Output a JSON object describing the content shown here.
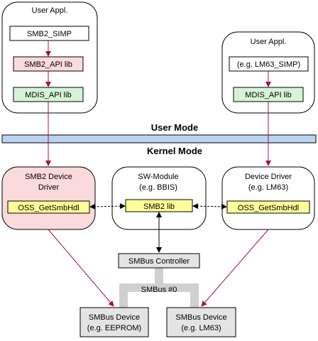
{
  "user_area": {
    "left_box": {
      "title": "User Appl.",
      "item1": "SMB2_SIMP",
      "item2": "SMB2_API lib",
      "item3": "MDIS_API lib"
    },
    "right_box": {
      "title": "User Appl.",
      "item1": "(e.g. LM63_SIMP)",
      "item2": "MDIS_API lib"
    }
  },
  "mode_bar": {
    "user_mode": "User Mode",
    "kernel_mode": "Kernel Mode"
  },
  "kernel_area": {
    "left_driver": {
      "title_line1": "SMB2 Device",
      "title_line2": "Driver",
      "func": "OSS_GetSmbHdl"
    },
    "middle_module": {
      "title_line1": "SW-Module",
      "title_line2": "(e.g. BBIS)",
      "lib": "SMB2 lib"
    },
    "right_driver": {
      "title_line1": "Device Driver",
      "title_line2": "(e.g. LM63)",
      "func": "OSS_GetSmbHdl"
    }
  },
  "bus": {
    "controller": "SMBus Controller",
    "bus_label": "SMBus #0",
    "device_left_line1": "SMBus Device",
    "device_left_line2": "(e.g. EEPROM)",
    "device_right_line1": "SMBus Device",
    "device_right_line2": "(e.g. LM63)"
  },
  "colors": {
    "bar": "#bcd3f0",
    "api_pink": "#fadadb",
    "lib_green": "#d6f4d6",
    "func_yellow": "#ffff99",
    "device_gray": "#e4e4e4",
    "bus_gray": "#d0d0d0",
    "arrow_crimson": "#a5104e"
  }
}
